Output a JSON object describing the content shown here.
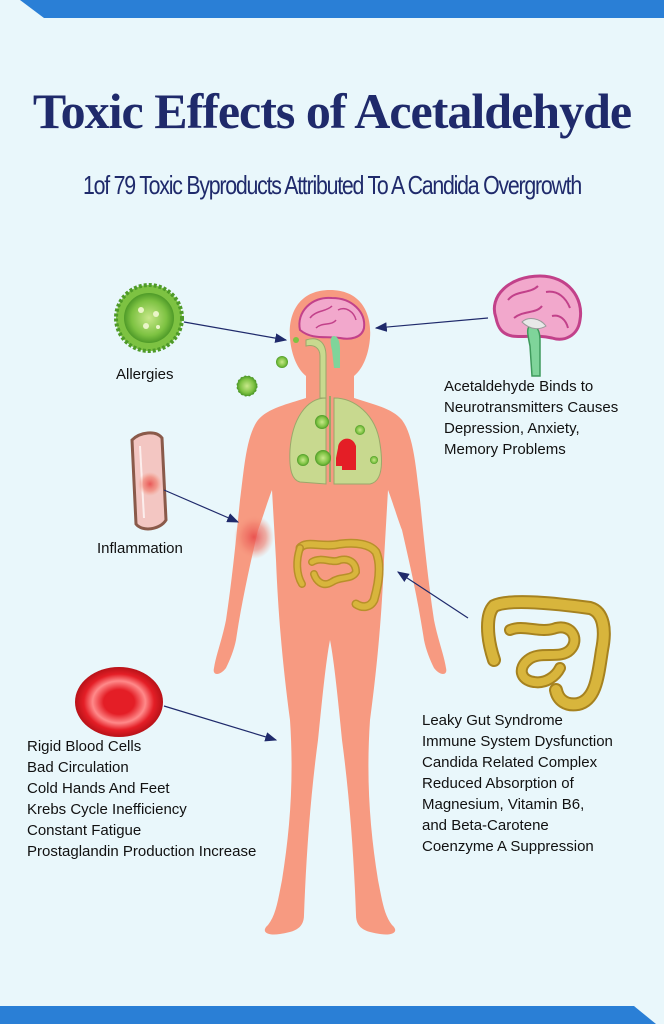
{
  "title": "Toxic Effects of Acetaldehyde",
  "subtitle": "1of 79 Toxic Byproducts  Attributed To A Candida Overgrowth",
  "colors": {
    "band": "#2a7fd6",
    "title": "#1f2a6b",
    "body": "#f79a81",
    "lungs": "#c8d98f",
    "intestine": "#d8b53c",
    "brain": "#f2a8cc",
    "spinal_cord": "#7fd49a",
    "heart": "#e41e26",
    "virus": "#7dc242",
    "blood_cell": "#e41e26",
    "arrow": "#1f2a6b"
  },
  "labels": {
    "allergies": "Allergies",
    "inflammation": "Inflammation",
    "brain_effects": [
      "Acetaldehyde Binds to",
      "Neurotransmitters Causes",
      "Depression, Anxiety,",
      "Memory Problems"
    ],
    "gut_effects": [
      "Leaky Gut Syndrome",
      "Immune System Dysfunction",
      "Candida Related Complex",
      "Reduced Absorption of",
      "Magnesium, Vitamin B6,",
      "and Beta-Carotene",
      "Coenzyme A Suppression"
    ],
    "blood_effects": [
      "Rigid Blood Cells",
      "Bad Circulation",
      "Cold Hands And Feet",
      "Krebs Cycle Inefficiency",
      "Constant Fatigue",
      "Prostaglandin Production Increase"
    ]
  },
  "icons": [
    "human-body-icon",
    "brain-icon",
    "lungs-icon",
    "heart-icon",
    "intestine-icon",
    "virus-icon",
    "blood-vessel-icon",
    "red-blood-cell-icon"
  ]
}
